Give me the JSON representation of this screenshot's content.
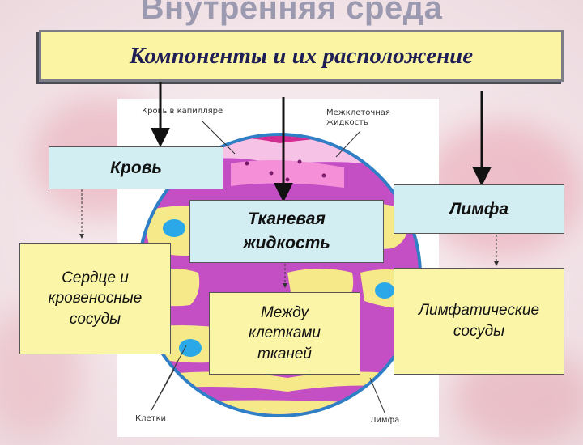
{
  "title": "Внутренняя среда",
  "subtitle": "Компоненты и их расположение",
  "illustration_labels": {
    "blood_in_capillary": "Кровь в капилляре",
    "intercellular_fluid": "Межклеточная жидкость",
    "cells": "Клетки",
    "lymph": "Лимфа"
  },
  "components": [
    {
      "name": "Кровь",
      "location": "Сердце и кровеносные сосуды"
    },
    {
      "name": "Тканевая жидкость",
      "location": "Между клетками тканей"
    },
    {
      "name": "Лимфа",
      "location": "Лимфатические сосуды"
    }
  ],
  "colors": {
    "component_box": "#d2eef2",
    "location_box": "#fbf6a7",
    "title_box": "#fbf5a3",
    "tissue_magenta": "#c44ec4",
    "tissue_yellow": "#f6e98a",
    "cell_nucleus": "#2aa8e8"
  }
}
